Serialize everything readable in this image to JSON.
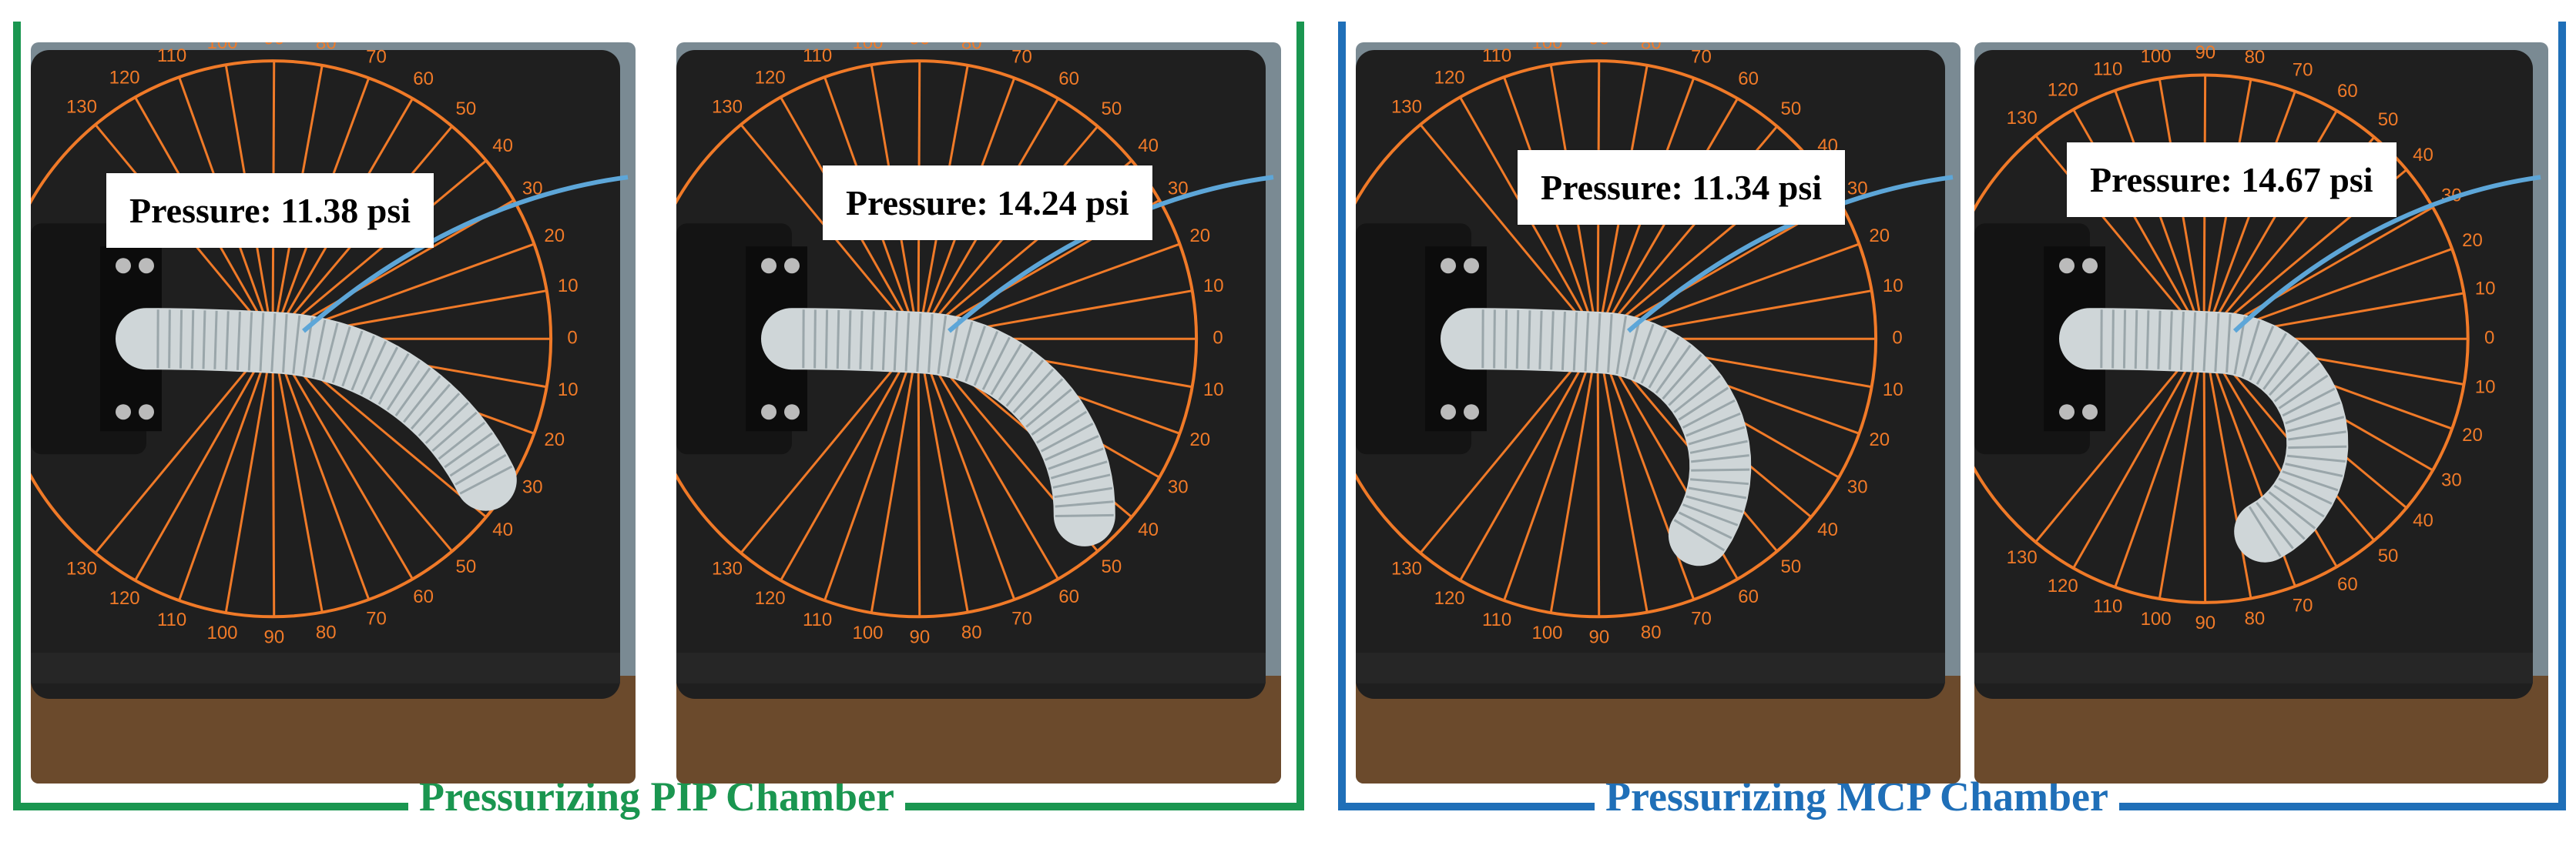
{
  "groups": [
    {
      "caption": "Pressurizing PIP Chamber",
      "color": "#1a9650",
      "panels": [
        {
          "pressure_label": "Pressure: 11.38 psi"
        },
        {
          "pressure_label": "Pressure: 14.24 psi"
        }
      ]
    },
    {
      "caption": "Pressurizing MCP Chamber",
      "color": "#1f6fb8",
      "panels": [
        {
          "pressure_label": "Pressure: 11.34 psi"
        },
        {
          "pressure_label": "Pressure: 14.67 psi"
        }
      ]
    }
  ],
  "protractor": {
    "ticks": [
      "130",
      "120",
      "110",
      "100",
      "90",
      "80",
      "70",
      "60",
      "50",
      "40",
      "30",
      "20",
      "10",
      "0",
      "10",
      "20",
      "30",
      "40",
      "50",
      "60",
      "70",
      "80",
      "90",
      "100",
      "110",
      "120",
      "130"
    ],
    "line_color": "#f07a28"
  }
}
